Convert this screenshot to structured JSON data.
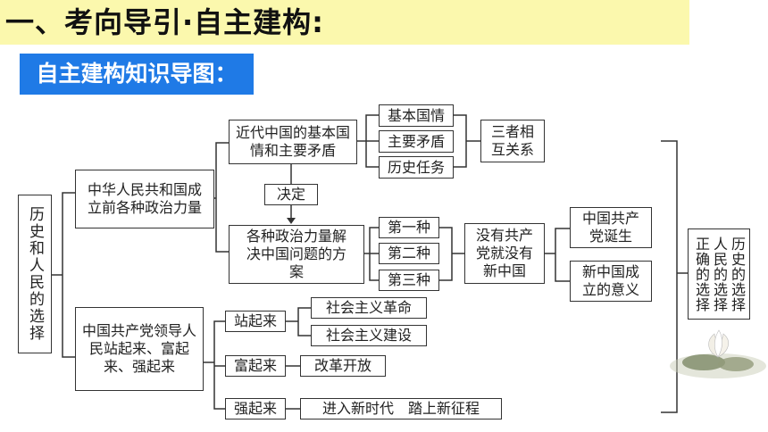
{
  "title": "一、考向导引·自主建构:",
  "subtitle": "自主建构知识导图：",
  "nodes": {
    "root": "历史和人民的选择",
    "pre_founding": "中华人民共和国成立前各种政治力量",
    "basic_conditions": "近代中国的基本国情和主要矛盾",
    "guoqing": "基本国情",
    "maodun": "主要矛盾",
    "renwu": "历史任务",
    "interrelated": "三者相互关系",
    "decide": "决定",
    "solutions": "各种政治力量解决中国问题的方案",
    "first": "第一种",
    "second": "第二种",
    "third": "第三种",
    "no_cpc": "没有共产党就没有新中国",
    "cpc_born": "中国共产党诞生",
    "new_china": "新中国成立的意义",
    "cpc_leads": "中国共产党领导人民站起来、富起来、强起来",
    "stand_up": "站起来",
    "socialist_revolution": "社会主义革命",
    "socialist_construction": "社会主义建设",
    "rich": "富起来",
    "reform": "改革开放",
    "strong": "强起来",
    "new_era": "进入新时代　踏上新征程",
    "conclusion": "历史的选择人民的选择正确的选择"
  }
}
